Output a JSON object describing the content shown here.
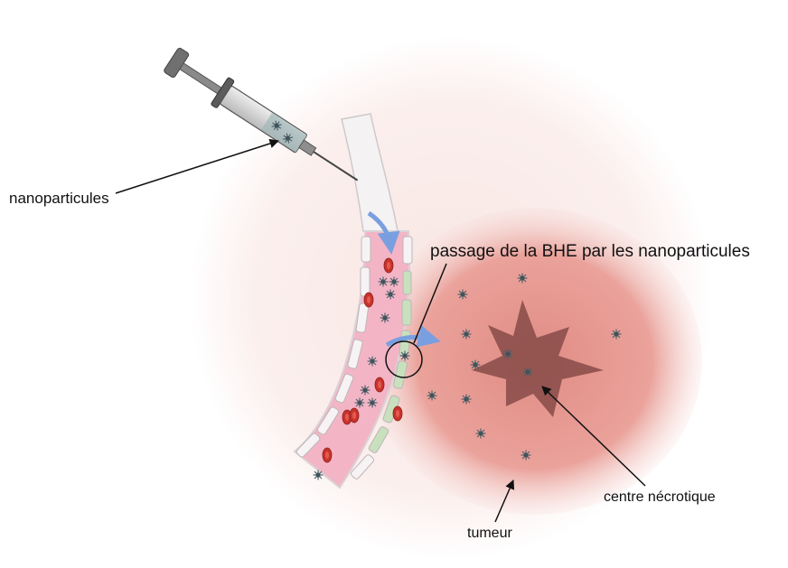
{
  "labels": {
    "nanoparticles": "nanoparticules",
    "bbb_crossing": "passage de la BHE par les nanoparticules",
    "necrotic_center": "centre nécrotique",
    "tumor": "tumeur"
  },
  "colors": {
    "brain": "#f9ecea",
    "tumor": "#e6928a",
    "necrosis": "#8c4f4b",
    "vessel": "#f3b5c6",
    "red_cell": "#c8332c",
    "endothelial_gap": "#c9e0bd",
    "flow_arrow": "#7a9fe0",
    "particle": "#4a5e66"
  },
  "icons": [
    "syringe-icon",
    "nanoparticle-icon",
    "red-blood-cell-icon",
    "flow-arrow-icon"
  ]
}
